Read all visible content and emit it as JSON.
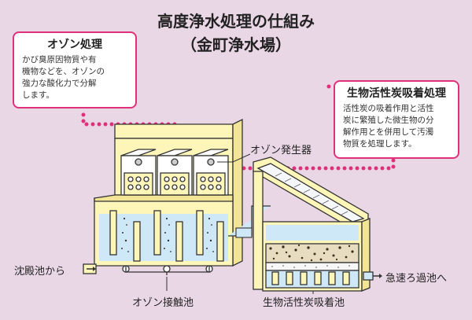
{
  "title": {
    "line1": "高度浄水処理の仕組み",
    "line2": "（金町浄水場）"
  },
  "ozone_box": {
    "title": "オゾン処理",
    "body": "かび臭原因物質や有\n機物などを、オゾンの\n強力な酸化力で分解\nします。"
  },
  "bio_box": {
    "title": "生物活性炭吸着処理",
    "body": "活性炭の吸着作用と活性\n炭に繁殖した微生物の分\n解作用とを併用して汚濁\n物質を処理します。"
  },
  "labels": {
    "ozone_generator": "オゾン発生器",
    "inlet": "沈殿池から",
    "ozone_tank": "オゾン接触池",
    "bio_tank": "生物活性炭吸着池",
    "outlet": "急速ろ過池へ"
  },
  "colors": {
    "background": "#ead7e6",
    "accent": "#e0307a",
    "tank_fill": "#fdf6b8",
    "water": "#cfe8f7",
    "outline": "#333333"
  }
}
